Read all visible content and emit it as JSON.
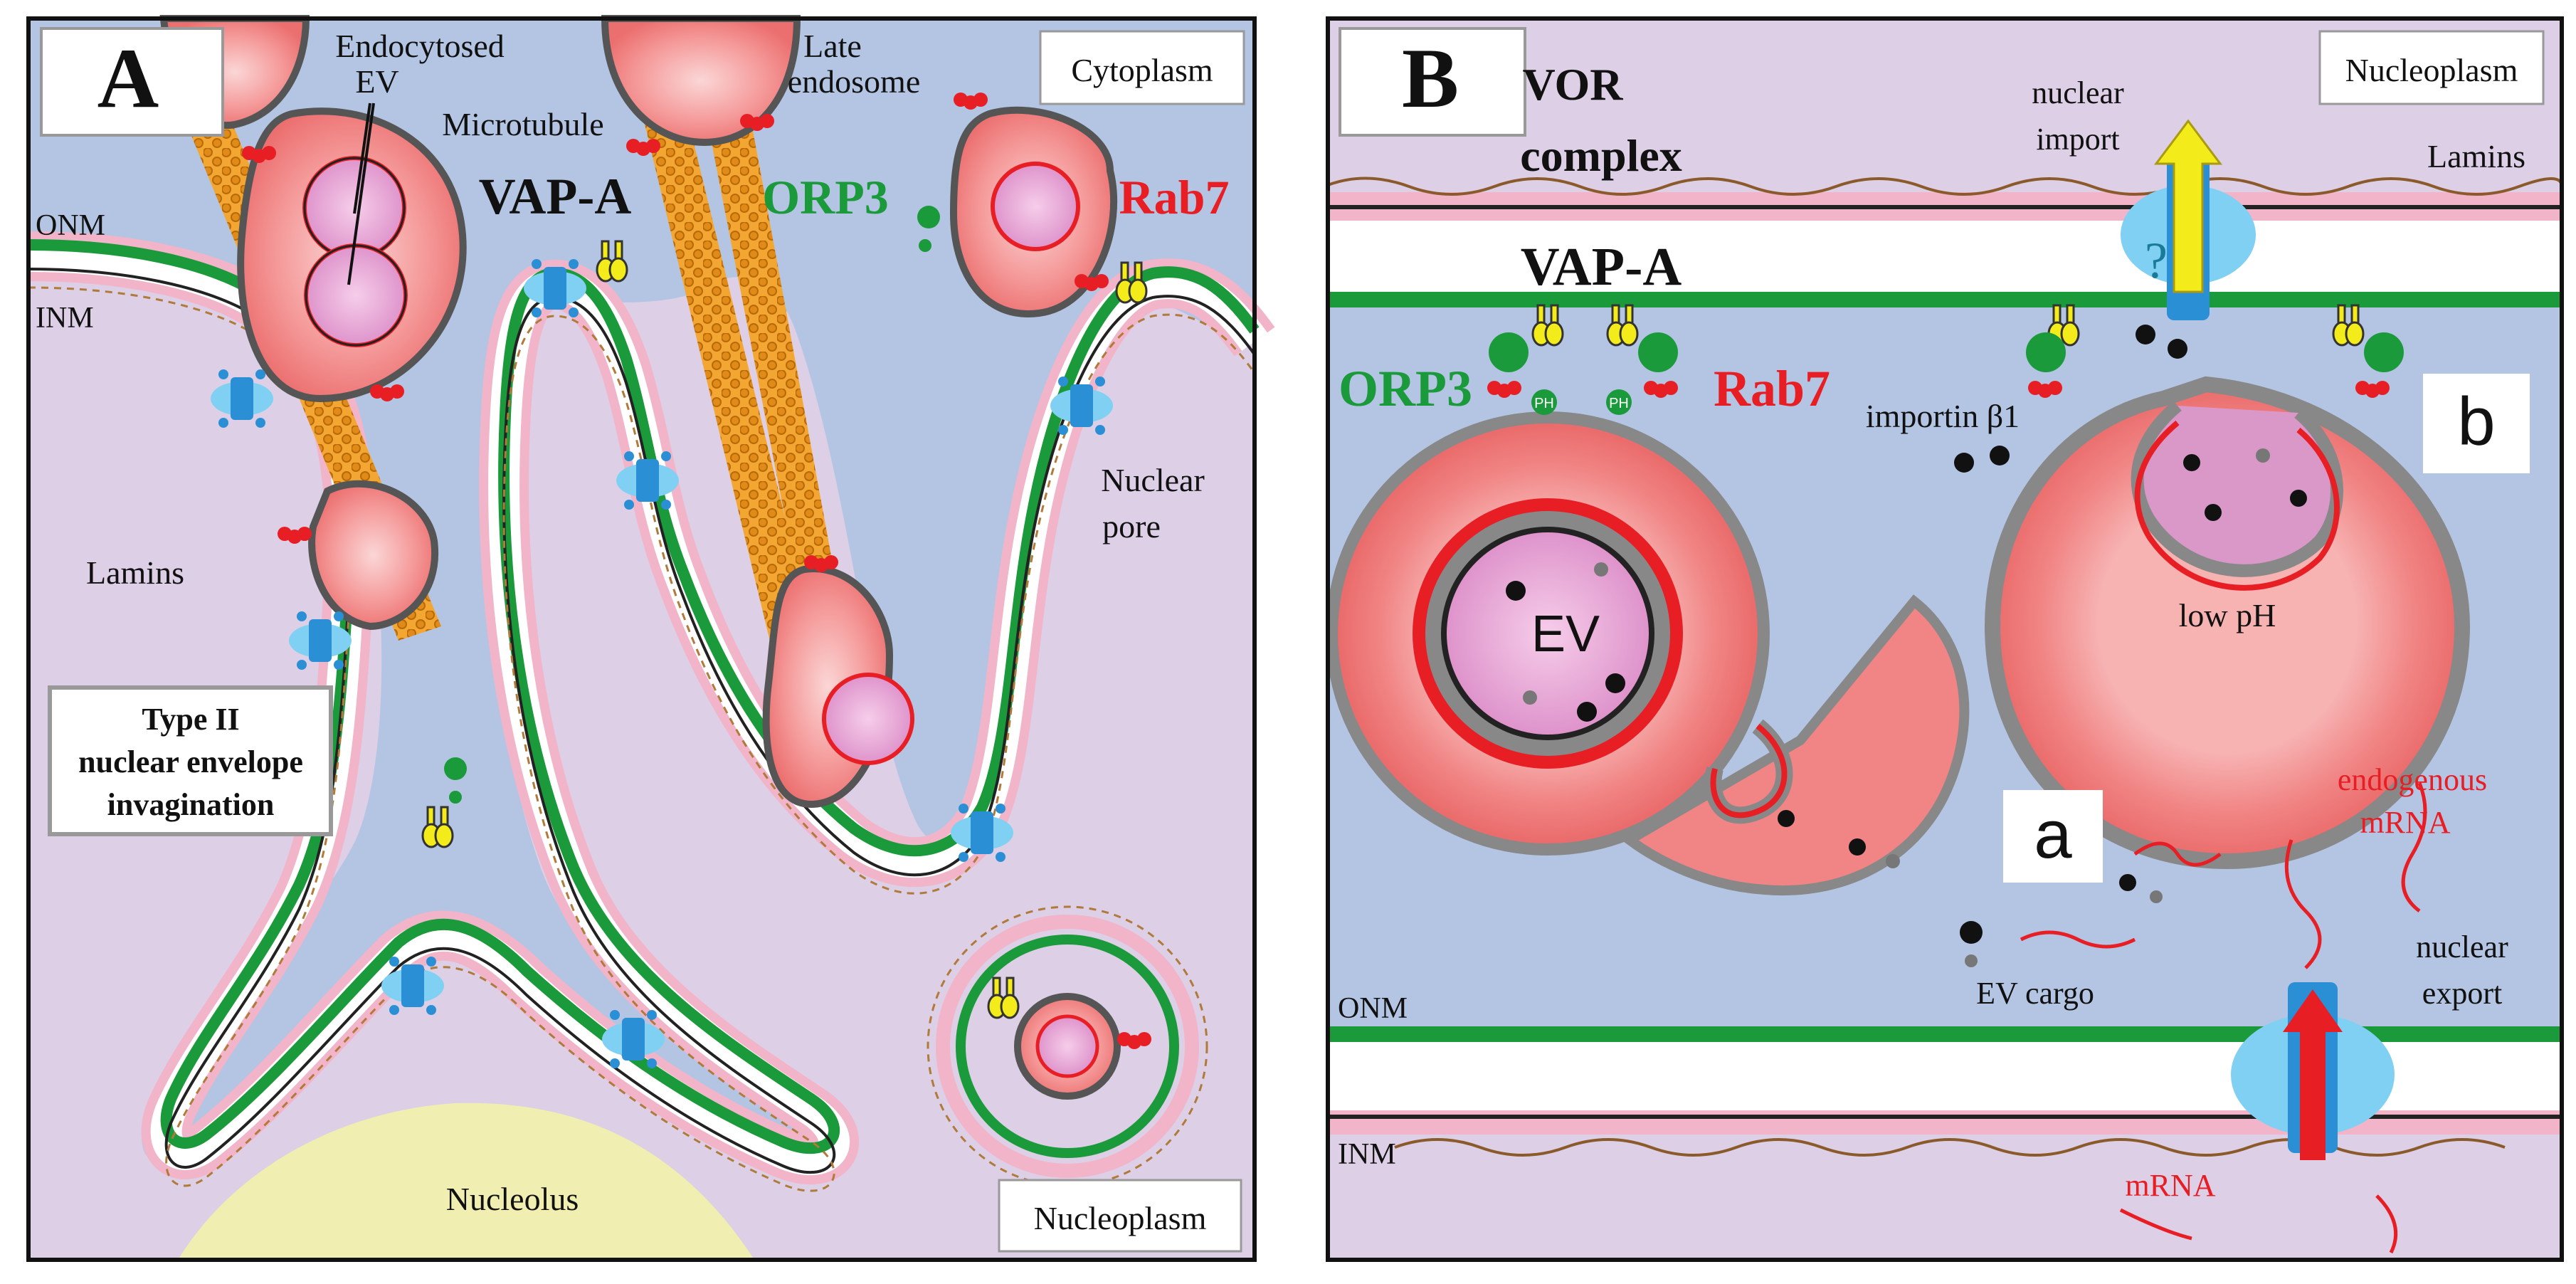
{
  "panel_a": {
    "letter": "A",
    "endocytosed_ev": [
      "Endocytosed",
      "EV"
    ],
    "microtubule": "Microtubule",
    "late_endosome": [
      "Late",
      "endosome"
    ],
    "cytoplasm": "Cytoplasm",
    "vap_a": "VAP-A",
    "orp3": "ORP3",
    "rab7": "Rab7",
    "onm": "ONM",
    "inm": "INM",
    "nuclear_pore": [
      "Nuclear",
      "pore"
    ],
    "lamins": "Lamins",
    "type2": [
      "Type II",
      "nuclear envelope",
      "invagination"
    ],
    "nucleolus": "Nucleolus",
    "nucleoplasm": "Nucleoplasm"
  },
  "panel_b": {
    "letter": "B",
    "vor": [
      "VOR",
      "complex"
    ],
    "nuclear_import": [
      "nuclear",
      "import"
    ],
    "nucleoplasm": "Nucleoplasm",
    "lamins": "Lamins",
    "vap_a": "VAP-A",
    "orp3": "ORP3",
    "rab7": "Rab7",
    "ph": "PH",
    "question": "?",
    "importin": "importin β1",
    "sub_b": "b",
    "ev": "EV",
    "low_ph": "low pH",
    "sub_a": "a",
    "endogenous_mrna": [
      "endogenous",
      "mRNA"
    ],
    "nuclear_export": [
      "nuclear",
      "export"
    ],
    "ev_cargo": "EV cargo",
    "onm": "ONM",
    "inm": "INM",
    "mrna": "mRNA"
  },
  "colors": {
    "cytoplasm": "#b3c5e3",
    "nucleoplasm": "#dccfe6",
    "membrane_green": "#1a9a3a",
    "lamina_pink": "#f2b4c8",
    "endosome_red": "#f07878",
    "ev_pink": "#e9a0cf",
    "microtubule": "#f0a030",
    "pore_blue": "#6fc7ee",
    "nucleolus": "#f0eeb0",
    "rab7_red": "#ee1c24",
    "orp3_green": "#1a9a3a"
  }
}
